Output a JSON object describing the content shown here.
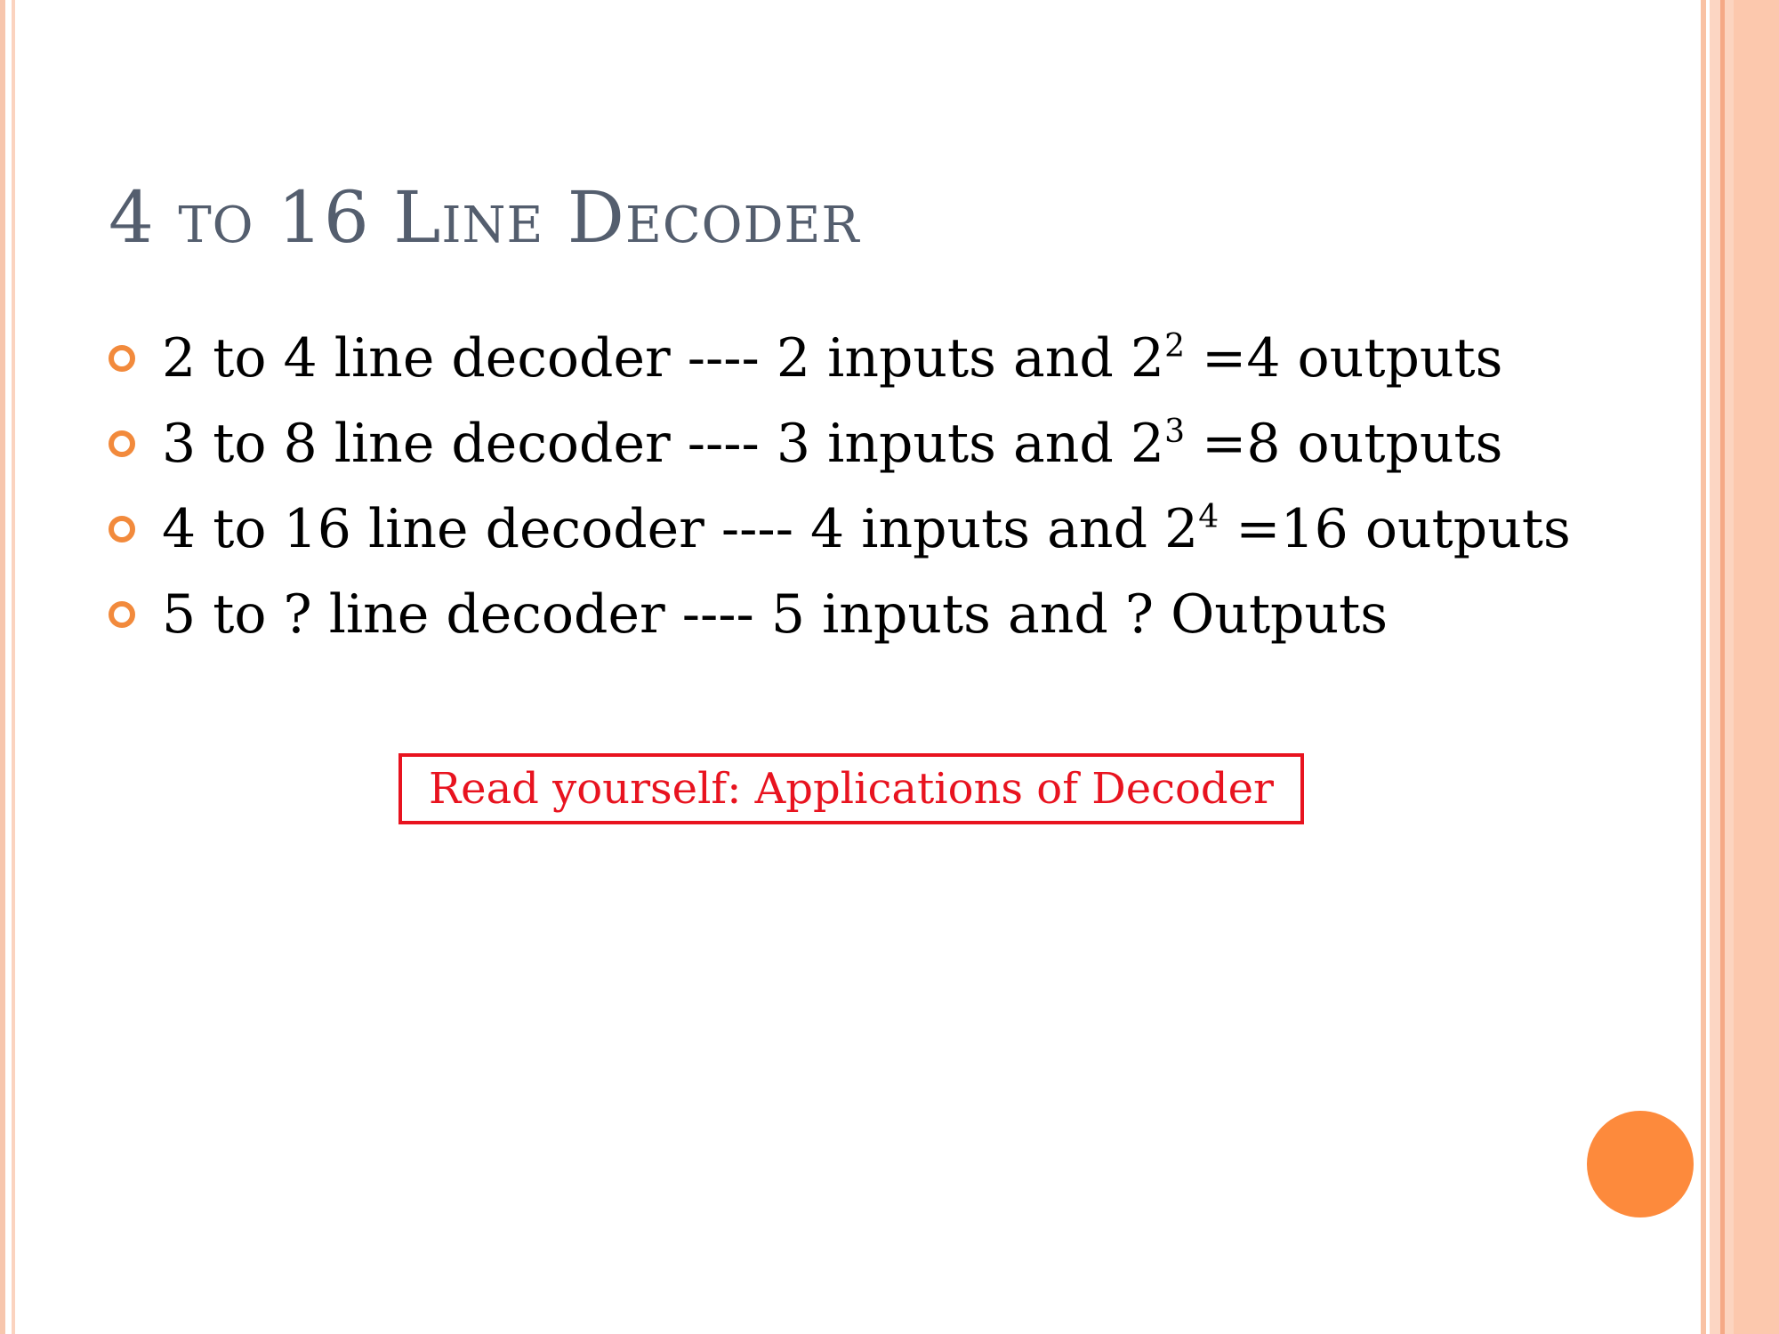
{
  "slide": {
    "title": "4 to 16 Line Decoder",
    "bullets": [
      {
        "prefix": "2 to 4 line decoder  ---- 2 inputs and 2",
        "sup": "2",
        "suffix": " =4 outputs"
      },
      {
        "prefix": "3 to 8 line decoder  ---- 3 inputs and 2",
        "sup": "3",
        "suffix": " =8 outputs"
      },
      {
        "prefix": "4 to 16 line decoder  ---- 4 inputs and 2",
        "sup": "4",
        "suffix": " =16 outputs"
      },
      {
        "prefix": "5 to ? line decoder  ---- 5 inputs and ? Outputs",
        "sup": "",
        "suffix": ""
      }
    ],
    "note": "Read yourself: Applications of Decoder",
    "colors": {
      "title": "#545e6e",
      "bullet_icon": "#f28a3c",
      "note": "#e8131f",
      "accent_dot": "#fd8a3c",
      "border": "#fcc8ad"
    },
    "icons": {
      "bullet": "hollow-circle-bullet-icon",
      "decoration": "orange-circle"
    }
  }
}
